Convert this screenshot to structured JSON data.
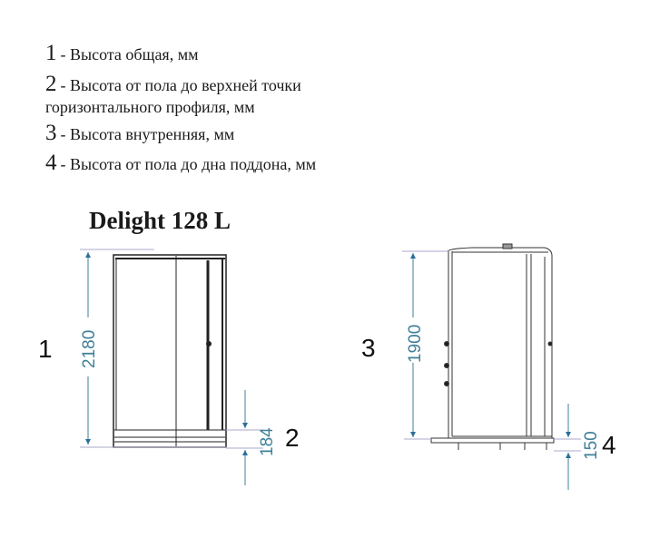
{
  "legend": [
    {
      "num": "1",
      "text": "- Высота общая, мм"
    },
    {
      "num": "2",
      "text": "- Высота от пола до верхней точки"
    },
    {
      "num": "",
      "text": "горизонтального профиля, мм"
    },
    {
      "num": "3",
      "text": "- Высота внутренняя, мм"
    },
    {
      "num": "4",
      "text": "- Высота от пола до дна поддона, мм"
    }
  ],
  "title": "Delight 128 L",
  "front_view": {
    "label_total": "1",
    "total_height": "2180",
    "label_profile": "2",
    "profile_height": "184"
  },
  "side_view": {
    "label_inner": "3",
    "inner_height": "1900",
    "label_tray": "4",
    "tray_height": "150"
  },
  "colors": {
    "dimension": "#3f7f98",
    "arrow": "#2a6f9a"
  }
}
